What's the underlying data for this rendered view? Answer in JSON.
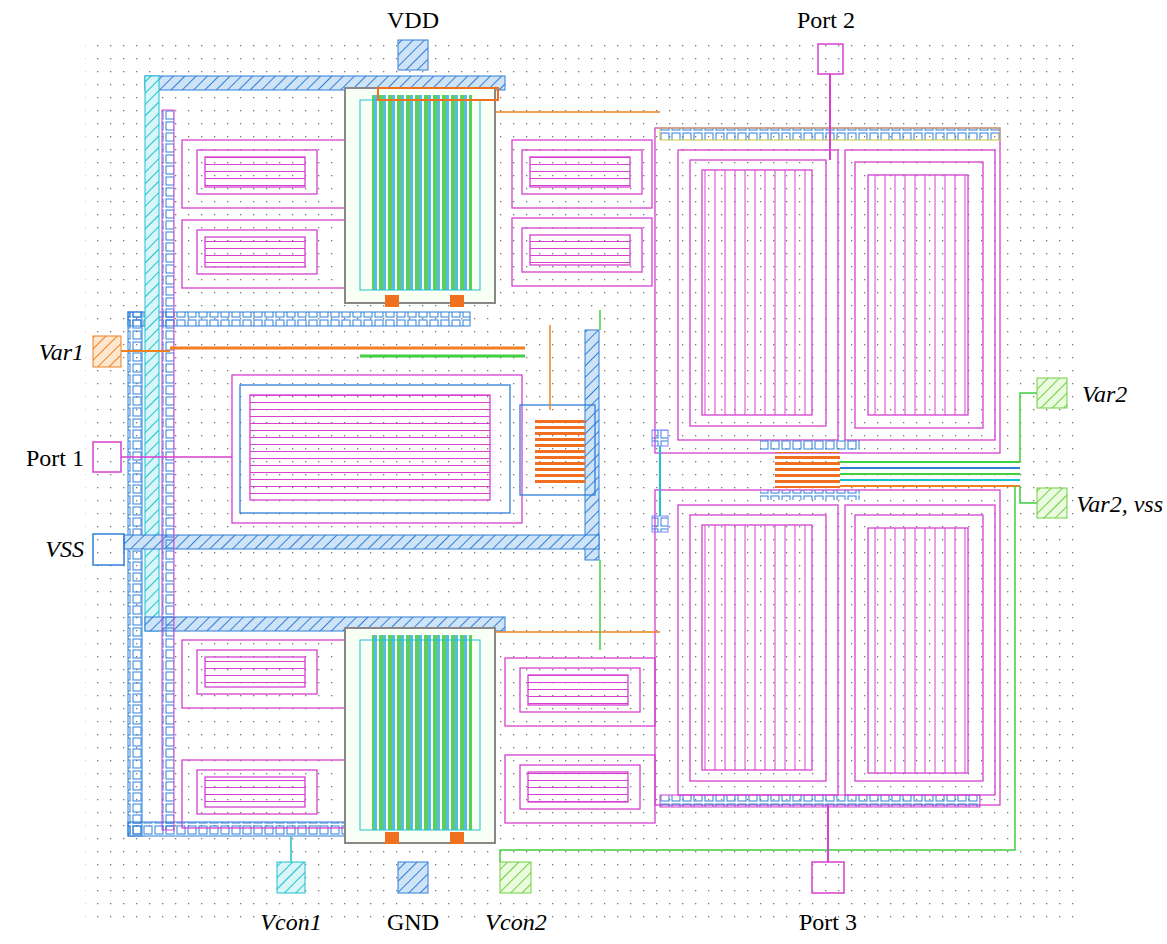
{
  "diagram": {
    "labels": [
      "VDD",
      "Port 2",
      "Var1",
      "Port 1",
      "VSS",
      "Var2",
      "Var2, vss",
      "Vcon1",
      "GND",
      "Vcon2",
      "Port 3"
    ]
  }
}
